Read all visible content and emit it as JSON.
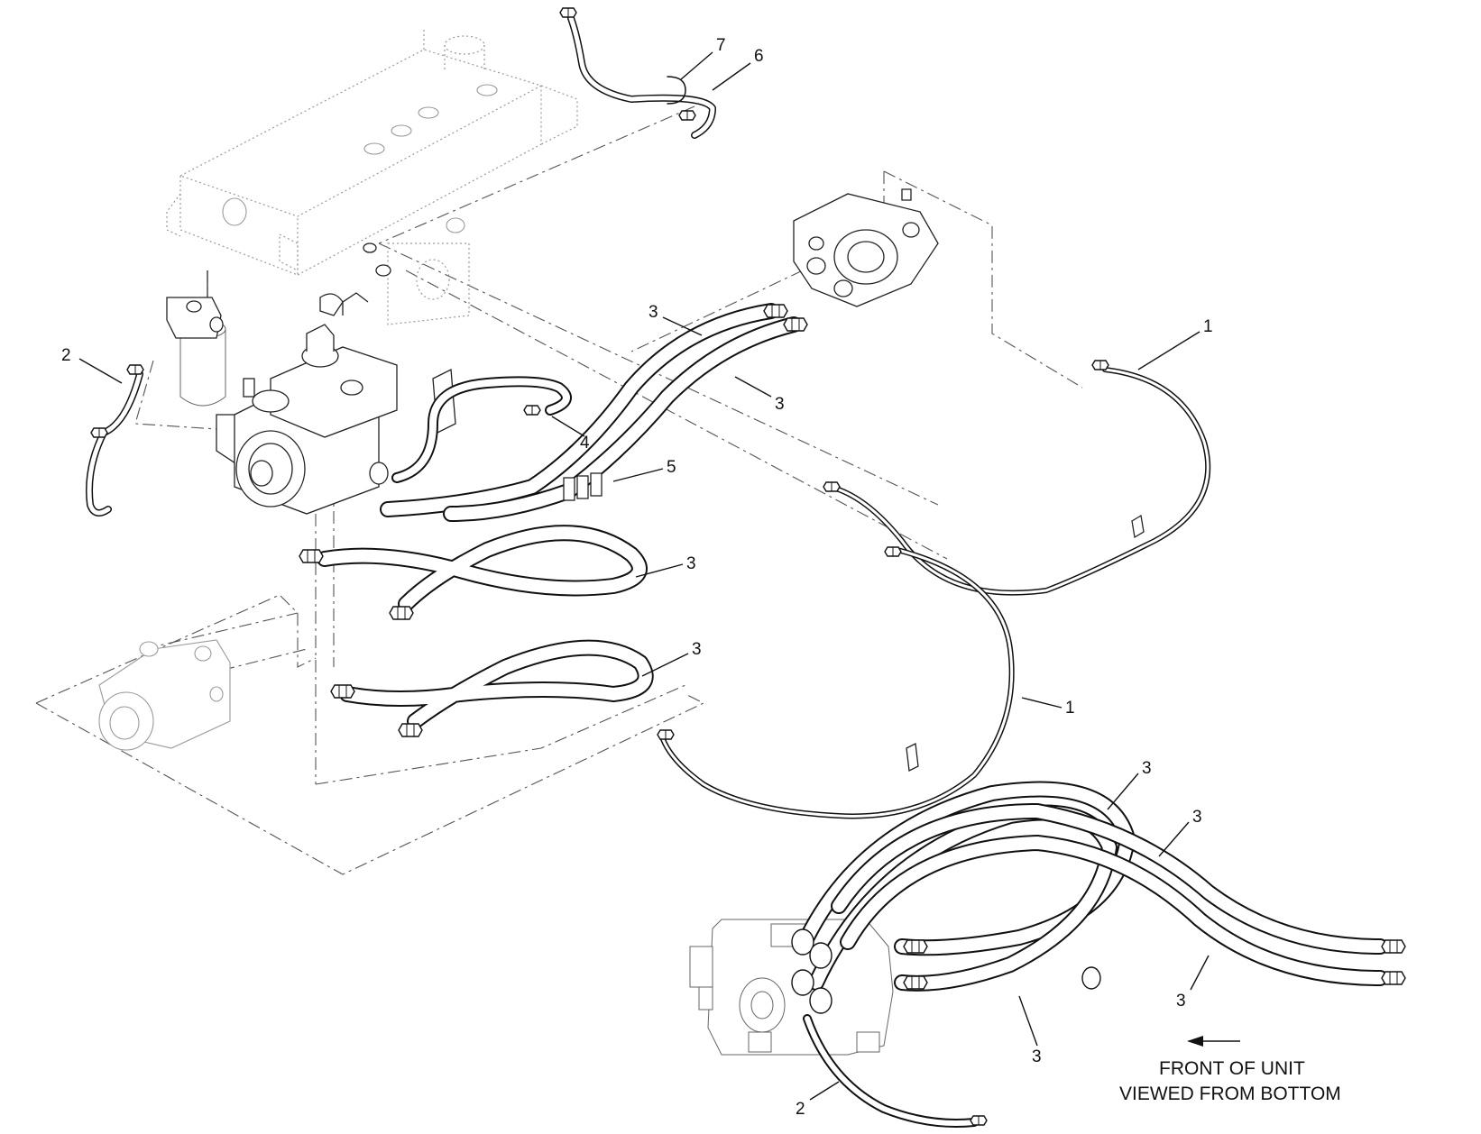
{
  "callouts": [
    "7",
    "6",
    "3",
    "3",
    "1",
    "2",
    "4",
    "5",
    "3",
    "3",
    "1",
    "3",
    "3",
    "3",
    "3",
    "2"
  ],
  "caption": {
    "line1": "FRONT OF UNIT",
    "line2": "VIEWED FROM BOTTOM"
  },
  "icons": {
    "direction": "left-arrow-icon"
  }
}
